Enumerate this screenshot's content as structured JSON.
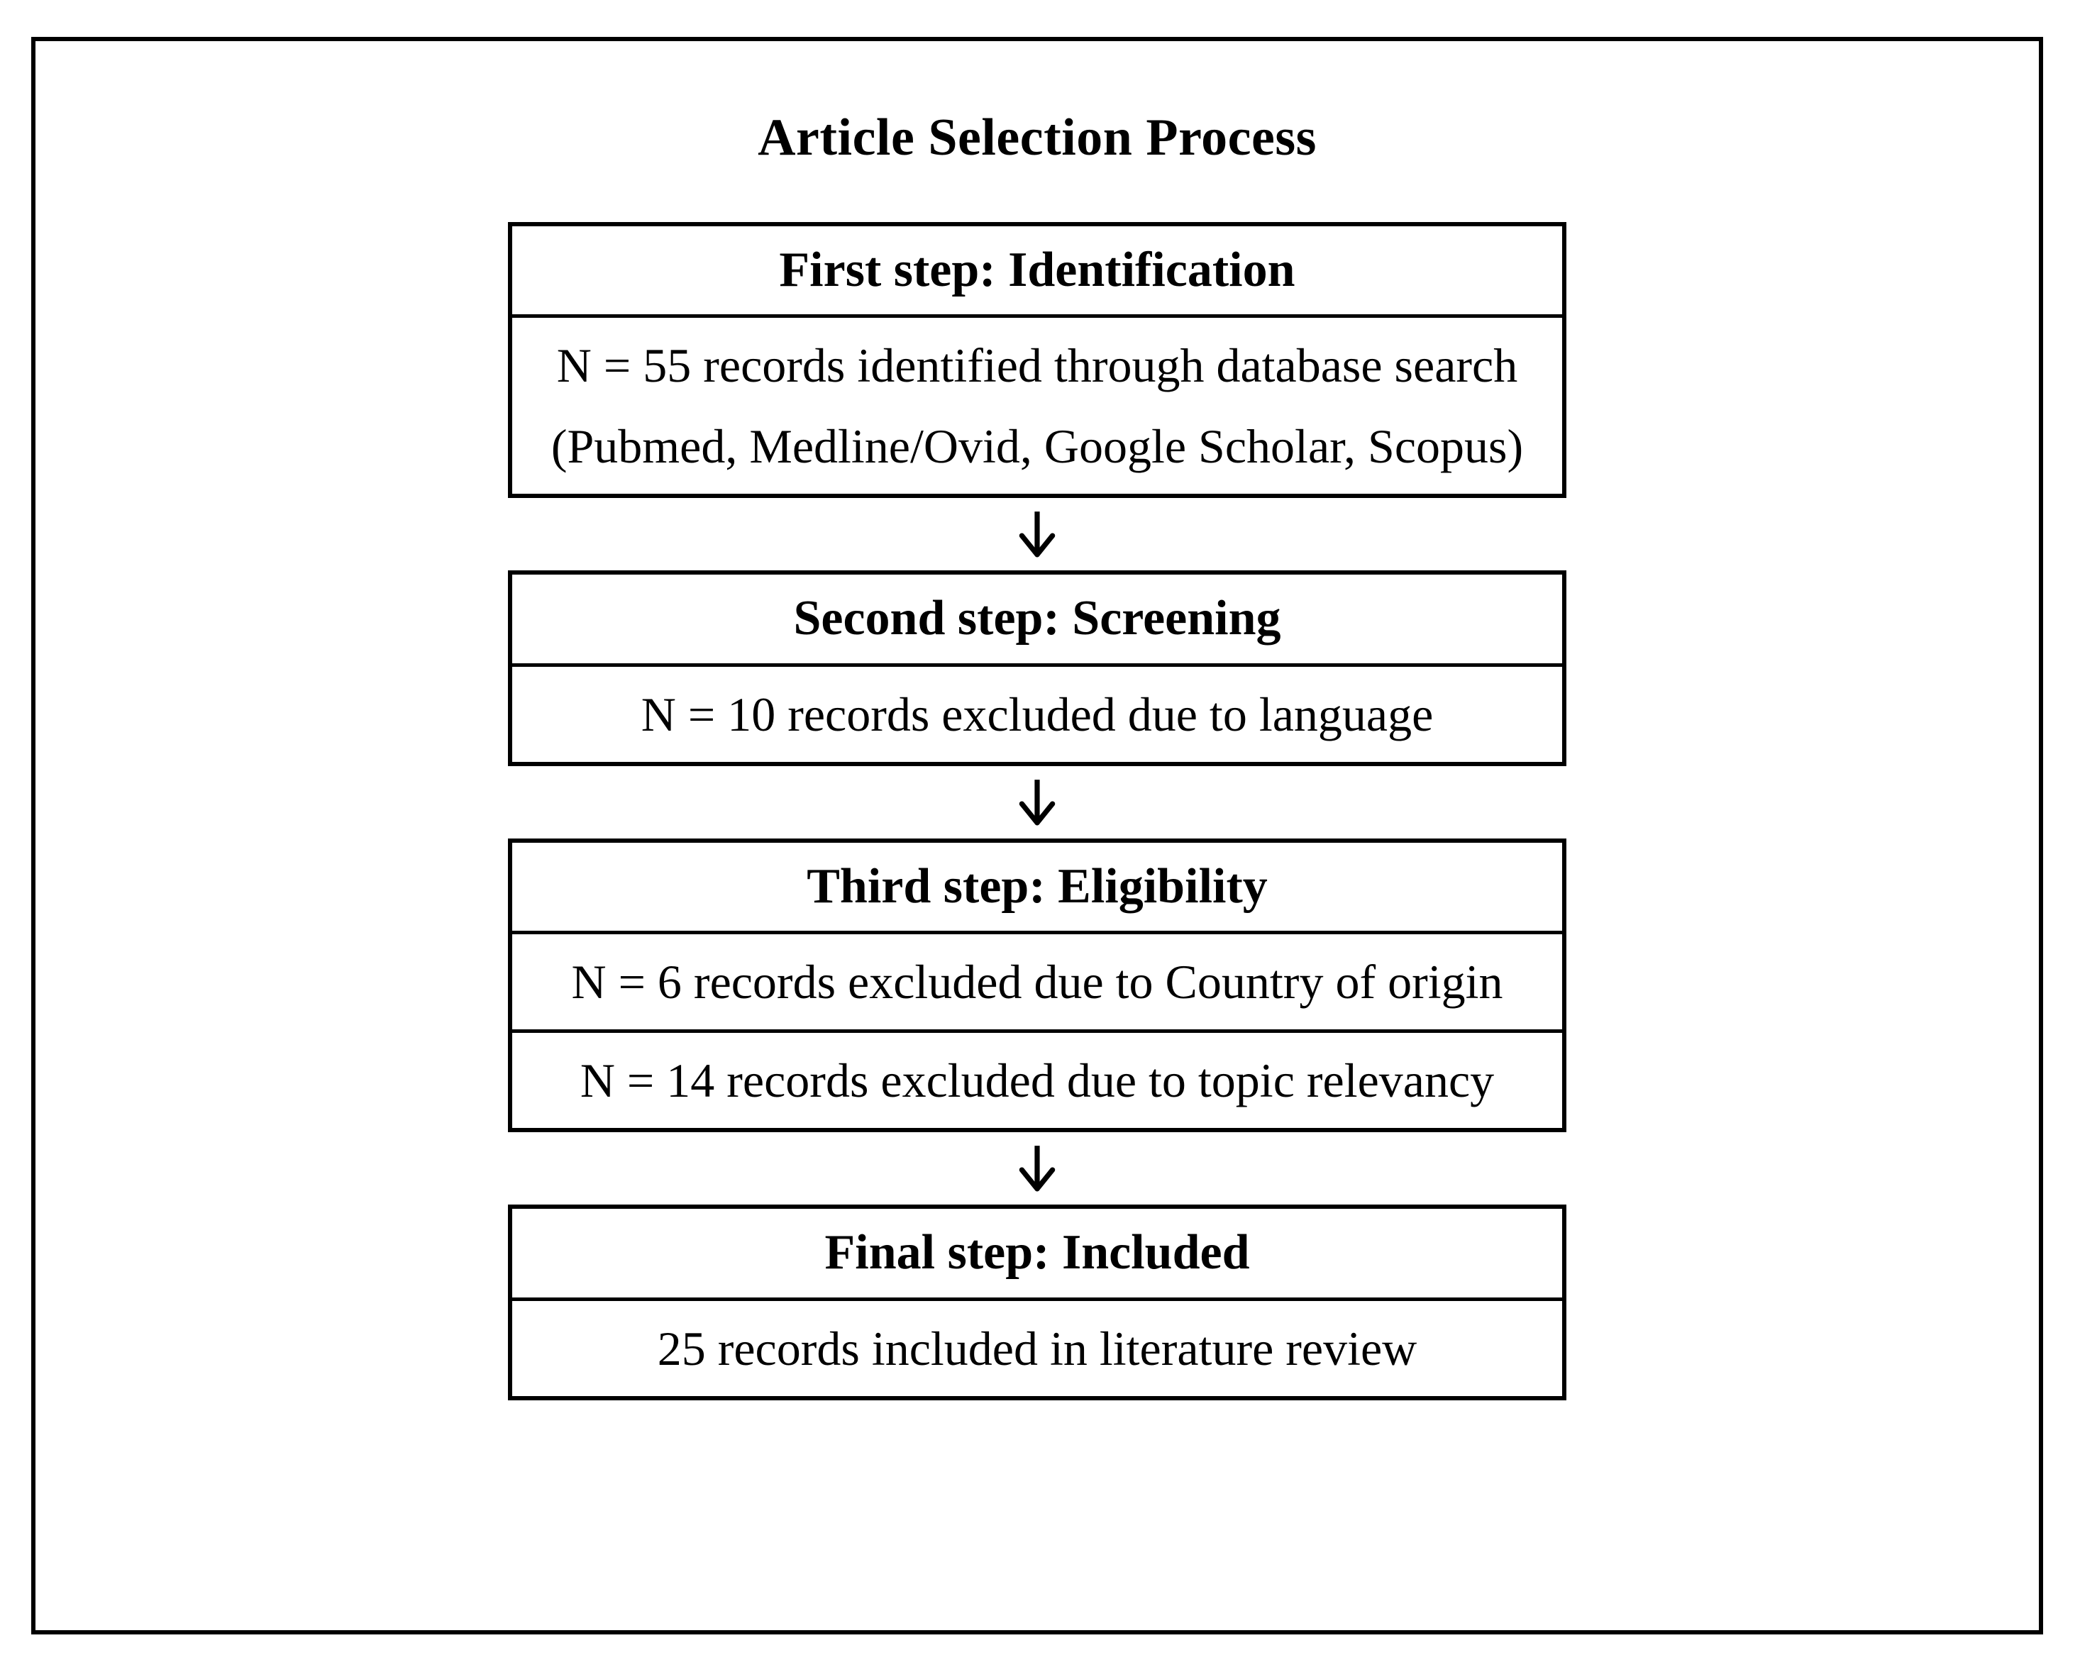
{
  "title": "Article Selection Process",
  "steps": [
    {
      "id": "identification",
      "header": "First step: Identification",
      "bodies": [
        "N = 55 records identified through database search (Pubmed, Medline/Ovid, Google Scholar, Scopus)"
      ]
    },
    {
      "id": "screening",
      "header": "Second step: Screening",
      "bodies": [
        "N = 10 records excluded due to language"
      ]
    },
    {
      "id": "eligibility",
      "header": "Third step: Eligibility",
      "bodies": [
        "N = 6 records excluded due to Country of origin",
        "N = 14 records excluded due to topic relevancy"
      ]
    },
    {
      "id": "included",
      "header": "Final step: Included",
      "bodies": [
        "25 records included in literature review"
      ]
    }
  ],
  "icons": {
    "down_arrow": "↓"
  },
  "colors": {
    "background": "#ffffff",
    "border": "#000000",
    "text": "#000000"
  }
}
